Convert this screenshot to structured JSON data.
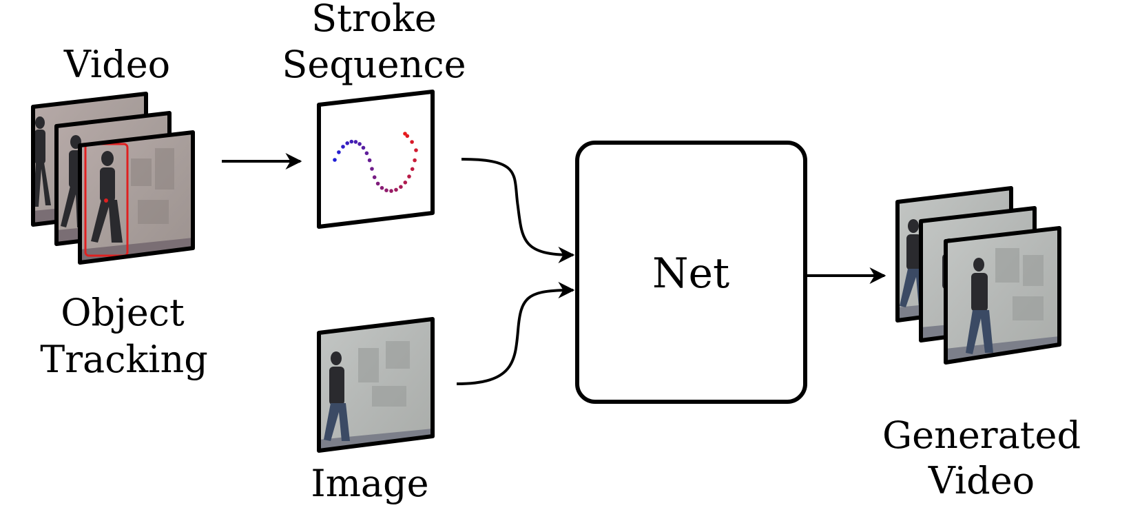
{
  "labels": {
    "video": "Video",
    "stroke_sequence_line1": "Stroke",
    "stroke_sequence_line2": "Sequence",
    "object_tracking_line1": "Object",
    "object_tracking_line2": "Tracking",
    "net": "Net",
    "image": "Image",
    "generated_video_line1": "Generated",
    "generated_video_line2": "Video"
  },
  "colors": {
    "stroke_start": "#1f1fd6",
    "stroke_end": "#e81a1a",
    "tracking_box": "#e02020",
    "input_wall": "#a79f9c",
    "input_floor": "#7a6e74",
    "generated_wall": "#b7bbb9",
    "generated_floor": "#7c7f8a",
    "person_dark": "#2a2a2e"
  }
}
